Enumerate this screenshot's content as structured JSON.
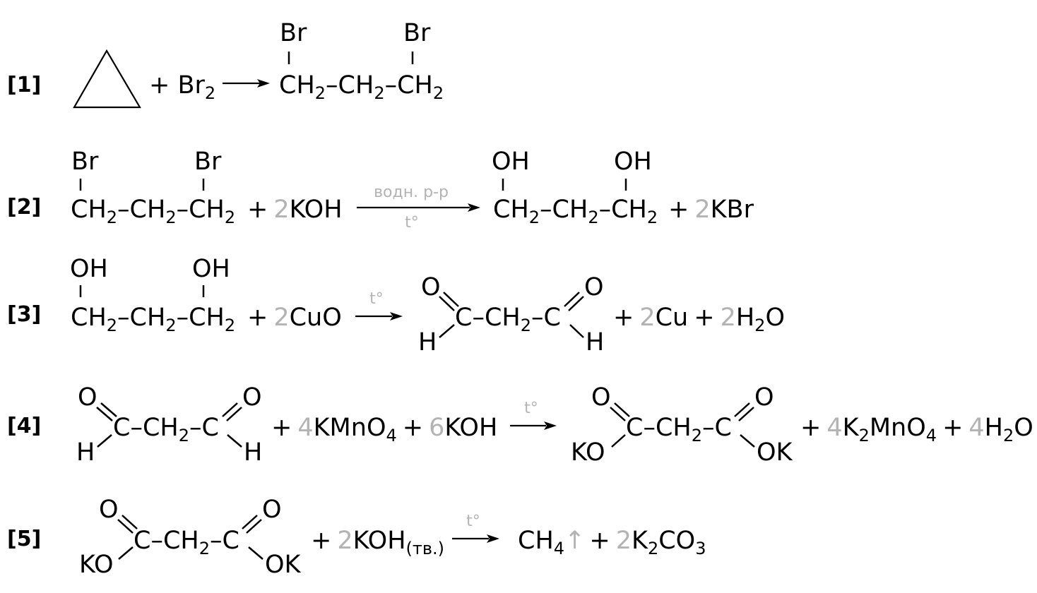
{
  "reactions": [
    {
      "label": "[1]",
      "reactant_plus": "+ Br",
      "reactant_sub": "2",
      "product": {
        "top_left": "Br",
        "top_right": "Br",
        "chain": [
          "CH",
          "2",
          "–CH",
          "2",
          "–CH",
          "2"
        ]
      }
    },
    {
      "label": "[2]",
      "reactant": {
        "top_left": "Br",
        "top_right": "Br",
        "chain": [
          "CH",
          "2",
          "–CH",
          "2",
          "–CH",
          "2"
        ]
      },
      "plus1": "+",
      "coef1": "2",
      "reagent1": "KOH",
      "condition_top": "водн. р-р",
      "condition_bottom": "t°",
      "product": {
        "top_left": "OH",
        "top_right": "OH",
        "chain": [
          "CH",
          "2",
          "–CH",
          "2",
          "–CH",
          "2"
        ]
      },
      "plus2": "+",
      "coef2": "2",
      "byproduct": "KBr"
    },
    {
      "label": "[3]",
      "reactant": {
        "top_left": "OH",
        "top_right": "OH",
        "chain": [
          "CH",
          "2",
          "–CH",
          "2",
          "–CH",
          "2"
        ]
      },
      "plus1": "+",
      "coef1": "2",
      "reagent1": "CuO",
      "condition_top": "t°",
      "product": {
        "o_left": "O",
        "o_right": "O",
        "h_left": "H",
        "h_right": "H",
        "chain": [
          "C–CH",
          "2",
          "–C"
        ]
      },
      "plus2": "+",
      "coef2": "2",
      "byproduct1": "Cu",
      "plus3": "+",
      "coef3": "2",
      "byproduct2_a": "H",
      "byproduct2_sub": "2",
      "byproduct2_b": "O"
    },
    {
      "label": "[4]",
      "reactant": {
        "o_left": "O",
        "o_right": "O",
        "h_left": "H",
        "h_right": "H",
        "chain": [
          "C–CH",
          "2",
          "–C"
        ]
      },
      "plus1": "+",
      "coef1": "4",
      "reagent1_a": "KMnO",
      "reagent1_sub": "4",
      "plus2": "+",
      "coef2": "6",
      "reagent2": "KOH",
      "condition_top": "t°",
      "product": {
        "o_left": "O",
        "o_right": "O",
        "ko_left": "KO",
        "ok_right": "OK",
        "chain": [
          "C–CH",
          "2",
          "–C"
        ]
      },
      "plus3": "+",
      "coef3": "4",
      "byproduct1_a": "K",
      "byproduct1_sub1": "2",
      "byproduct1_b": "MnO",
      "byproduct1_sub2": "4",
      "plus4": "+",
      "coef4": "4",
      "byproduct2_a": "H",
      "byproduct2_sub": "2",
      "byproduct2_b": "O"
    },
    {
      "label": "[5]",
      "reactant": {
        "o_left": "O",
        "o_right": "O",
        "ko_left": "KO",
        "ok_right": "OK",
        "chain": [
          "C–CH",
          "2",
          "–C"
        ]
      },
      "plus1": "+",
      "coef1": "2",
      "reagent1": "KOH",
      "reagent1_state": "(тв.)",
      "condition_top": "t°",
      "product1_a": "CH",
      "product1_sub": "4",
      "gas_arrow": "↑",
      "plus2": "+",
      "coef2": "2",
      "product2_a": "K",
      "product2_sub1": "2",
      "product2_b": "CO",
      "product2_sub2": "3"
    }
  ]
}
